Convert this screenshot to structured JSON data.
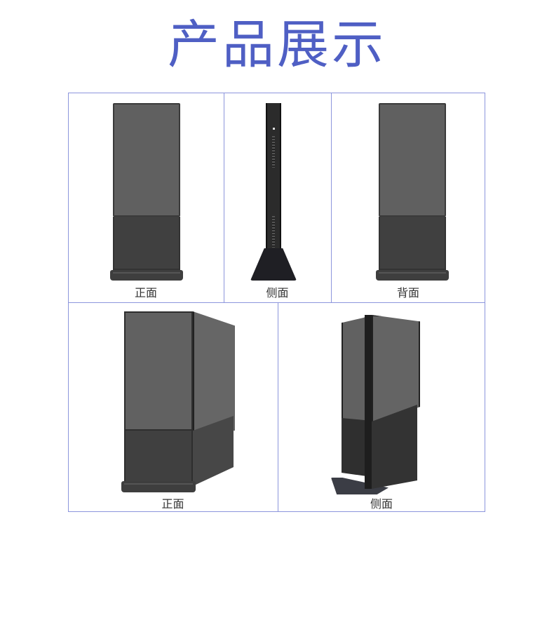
{
  "header": {
    "title": "产品展示"
  },
  "colors": {
    "title": "#4f5fc4",
    "grid_line": "#8c95dc",
    "screen": "#606060",
    "body_dark": "#404040"
  },
  "views": {
    "top": [
      {
        "label": "正面",
        "view": "front"
      },
      {
        "label": "侧面",
        "view": "side"
      },
      {
        "label": "背面",
        "view": "back"
      }
    ],
    "bottom": [
      {
        "label": "正面",
        "view": "front-perspective"
      },
      {
        "label": "侧面",
        "view": "side-perspective"
      }
    ]
  }
}
